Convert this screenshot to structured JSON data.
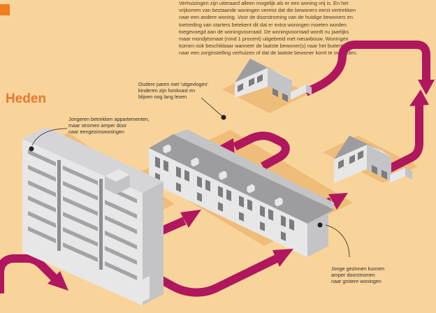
{
  "intro": {
    "lines": [
      "Verhuizingen zijn uiteraard alleen mogelijk als er een woning vrij is. En het",
      "vrijkomen van bestaande woningen vereist dat die bewoners eerst vertrekken",
      "naar een andere woning. Voor de doorstroming van de huidige bewoners en",
      "toetreding van starters betekent dit dat er extra woningen moeten worden",
      "toegevoegd aan de woningvoorraad. De woningvoorraad wordt nu jaarlijks",
      "maar mondjesmaat (rond 1 procent) uitgebreid met nieuwbouw. Woningen",
      "komen ook beschikbaar wanneer de laatste bewoner(s) naar het buitenland of",
      "naar een zorginstelling verhuizen of dat de laatste bewoner komt te overlijden."
    ]
  },
  "section_title": "Heden",
  "callouts": {
    "older_couples": [
      "Oudere paren met 'uitgevlogen'",
      "kinderen zijn honkvast en",
      "blijven nog lang leven"
    ],
    "young_people": [
      "Jongeren betrekken appartementen,",
      "maar stromen amper door",
      "naar eengezinswoningen"
    ],
    "young_families": [
      "Jonge gezinnen kunnen",
      "amper doorstromen",
      "naar grotere woningen"
    ]
  },
  "colors": {
    "background": "#f9d49a",
    "accent": "#ef7d22",
    "arrow": "#b0175e",
    "building_light": "#e7e7e8",
    "building_mid": "#c4c4c6",
    "building_dark": "#9d9da0",
    "shadow": "#efbd7a"
  }
}
